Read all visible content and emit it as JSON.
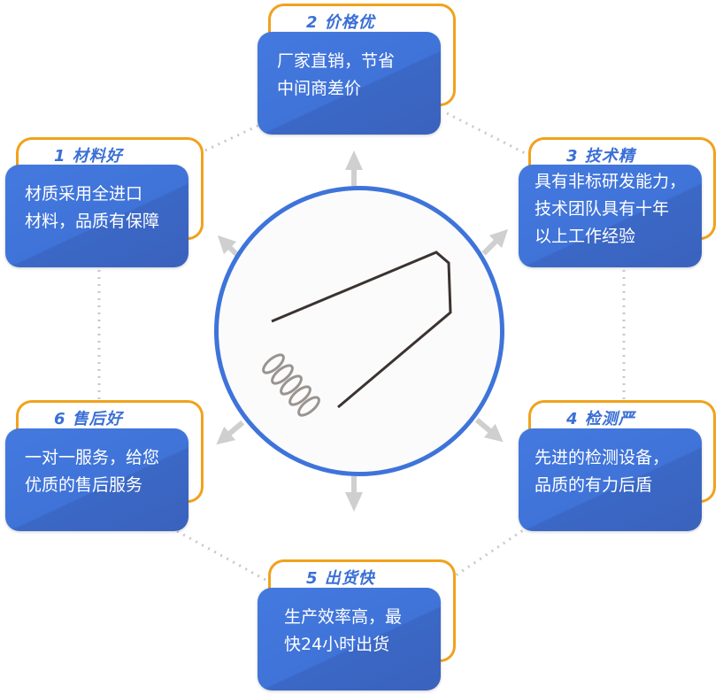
{
  "items": [
    {
      "title": "1 材料好",
      "lines": [
        "材质采用全进口",
        "材料，品质有保障"
      ]
    },
    {
      "title": "2  价格优",
      "lines": [
        "厂家直销，节省",
        "中间商差价"
      ]
    },
    {
      "title": "3  技术精",
      "lines": [
        "具有非标研发能力，",
        "技术团队具有十年",
        "以上工作经验"
      ]
    },
    {
      "title": "4 检测严",
      "lines": [
        "先进的检测设备，",
        "品质的有力后盾"
      ]
    },
    {
      "title": "5 出货快",
      "lines": [
        "生产效率高，最",
        "快24小时出货"
      ]
    },
    {
      "title": "6 售后好",
      "lines": [
        "一对一服务，给您",
        "优质的售后服务"
      ]
    }
  ],
  "colors": {
    "accent": "#3e74da",
    "frame": "#f0a21c",
    "arrow": "#cccccc"
  }
}
